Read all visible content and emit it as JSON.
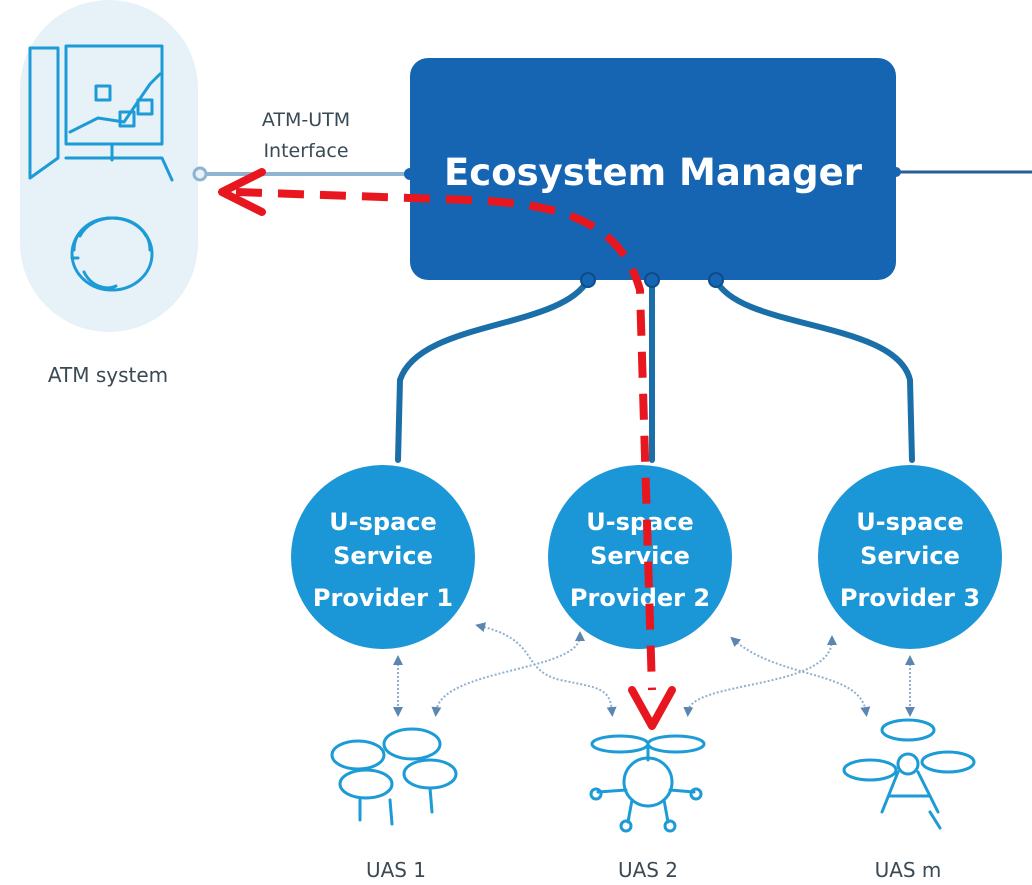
{
  "atm_system": {
    "label": "ATM system"
  },
  "interface": {
    "line1": "ATM-UTM",
    "line2": "Interface"
  },
  "manager": {
    "label": "Ecosystem Manager"
  },
  "providers": [
    {
      "line1": "U-space",
      "line2": "Service",
      "line3": "Provider 1"
    },
    {
      "line1": "U-space",
      "line2": "Service",
      "line3": "Provider 2"
    },
    {
      "line1": "U-space",
      "line2": "Service",
      "line3": "Provider 3"
    }
  ],
  "uas": [
    {
      "label": "UAS 1",
      "icon": "quadcopter-drone-icon"
    },
    {
      "label": "UAS 2",
      "icon": "helicopter-drone-icon"
    },
    {
      "label": "UAS m",
      "icon": "tri-rotor-drone-icon"
    }
  ],
  "icons": {
    "atm_monitor": "monitor-map-icon",
    "atm_operator": "headset-operator-icon"
  },
  "colors": {
    "manager_fill": "#1565b3",
    "provider_fill": "#1b96d6",
    "connector": "#1b6fa8",
    "atm_panel": "#e6f1f8",
    "icon_line": "#1c9bd6",
    "dashed_arrow": "#e8171f",
    "text_gray": "#3a4a55"
  }
}
